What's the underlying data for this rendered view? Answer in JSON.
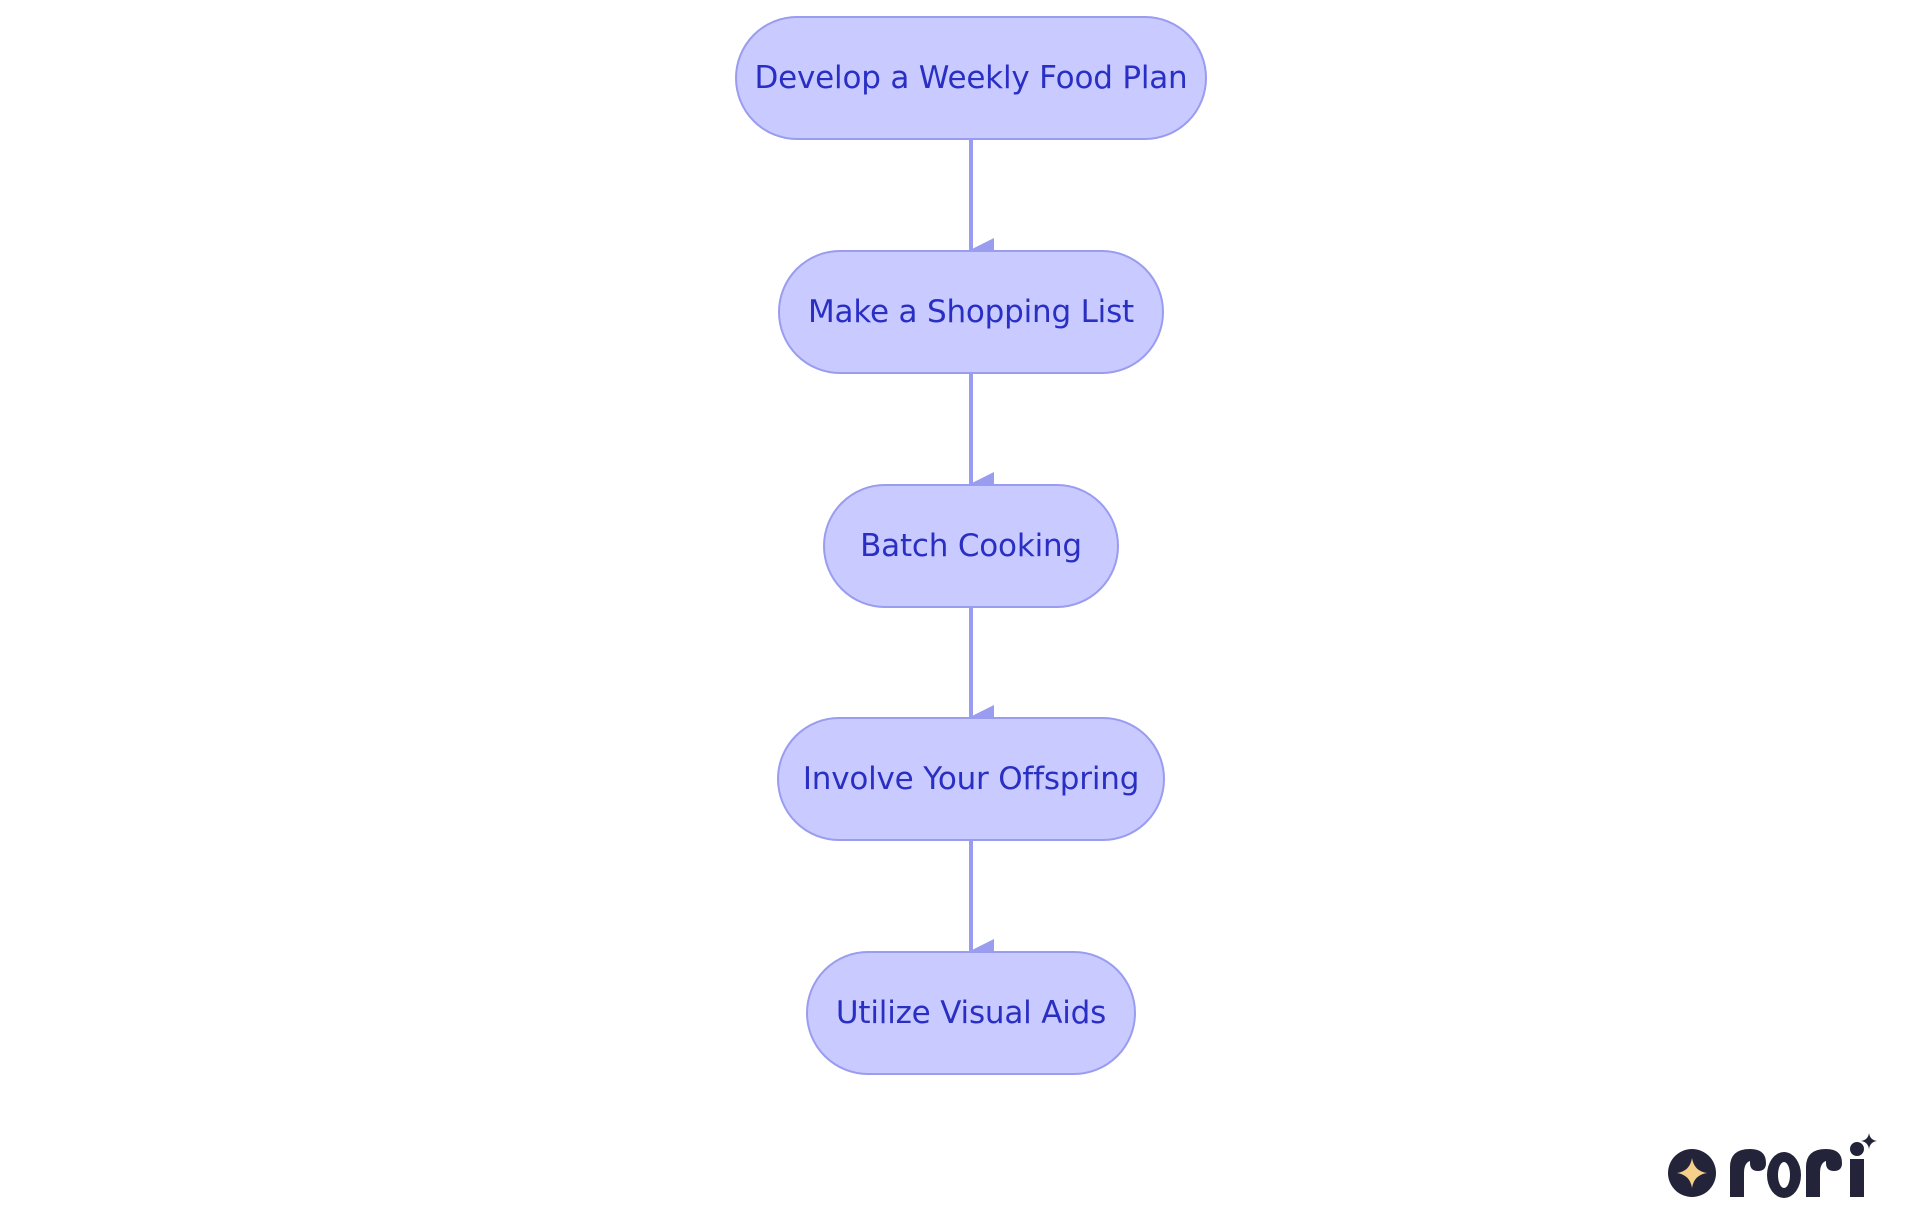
{
  "diagram": {
    "type": "flowchart",
    "direction": "top-to-bottom",
    "colors": {
      "node_fill": "#c9caff",
      "node_border": "#9a9cf0",
      "node_text": "#2a2fc4",
      "edge": "#9a9cf0"
    },
    "nodes": [
      {
        "id": "n1",
        "label": "Develop a Weekly Food Plan"
      },
      {
        "id": "n2",
        "label": "Make a Shopping List"
      },
      {
        "id": "n3",
        "label": "Batch Cooking"
      },
      {
        "id": "n4",
        "label": "Involve Your Offspring"
      },
      {
        "id": "n5",
        "label": "Utilize Visual Aids"
      }
    ],
    "edges": [
      {
        "from": "n1",
        "to": "n2"
      },
      {
        "from": "n2",
        "to": "n3"
      },
      {
        "from": "n3",
        "to": "n4"
      },
      {
        "from": "n4",
        "to": "n5"
      }
    ]
  },
  "logo": {
    "text": "rori",
    "icon": "sparkle-icon",
    "colors": {
      "dark": "#23233a",
      "sparkle": "#f5d08a"
    }
  }
}
